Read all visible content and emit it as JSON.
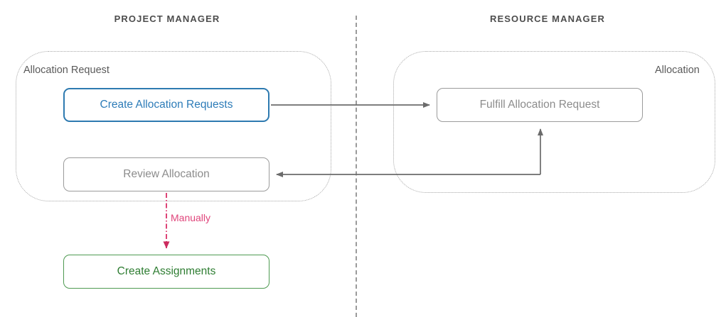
{
  "diagram": {
    "type": "swimlane-process-flow",
    "lanes": [
      {
        "id": "project-manager",
        "title": "PROJECT MANAGER"
      },
      {
        "id": "resource-manager",
        "title": "RESOURCE MANAGER"
      }
    ],
    "groups": [
      {
        "id": "allocation-request",
        "label": "Allocation Request",
        "lane": "project-manager"
      },
      {
        "id": "allocation",
        "label": "Allocation",
        "lane": "resource-manager"
      }
    ],
    "nodes": [
      {
        "id": "create-allocation-requests",
        "label": "Create Allocation Requests",
        "lane": "project-manager",
        "group": "allocation-request",
        "border_color": "#2e7ab0",
        "text_color": "#2d7cb8"
      },
      {
        "id": "review-allocation",
        "label": "Review Allocation",
        "lane": "project-manager",
        "group": "allocation-request",
        "border_color": "#9b9b9b",
        "text_color": "#8c8c8c"
      },
      {
        "id": "create-assignments",
        "label": "Create Assignments",
        "lane": "project-manager",
        "group": null,
        "border_color": "#4e9a51",
        "text_color": "#2e7d32"
      },
      {
        "id": "fulfill-allocation-request",
        "label": "Fulfill Allocation Request",
        "lane": "resource-manager",
        "group": "allocation",
        "border_color": "#9b9b9b",
        "text_color": "#8c8c8c"
      }
    ],
    "connectors": [
      {
        "id": "create-to-fulfill",
        "from": "create-allocation-requests",
        "to": "fulfill-allocation-request",
        "label": "",
        "style": "solid",
        "color": "#6b6b6b"
      },
      {
        "id": "fulfill-to-review",
        "from": "fulfill-allocation-request",
        "to": "review-allocation",
        "label": "",
        "style": "solid",
        "color": "#6b6b6b"
      },
      {
        "id": "review-to-create-assignments",
        "from": "review-allocation",
        "to": "create-assignments",
        "label": "Manually",
        "style": "dash-dot",
        "color": "#e0457b"
      }
    ],
    "colors": {
      "background": "#ffffff",
      "lane_title": "#4d4d4d",
      "group_border": "#a6a6a6",
      "divider": "#9a9a9a",
      "connector": "#6b6b6b",
      "manual_accent": "#e0457b",
      "blue_accent": "#2d7cb8",
      "green_accent": "#2e7d32",
      "gray_node": "#8c8c8c"
    }
  }
}
